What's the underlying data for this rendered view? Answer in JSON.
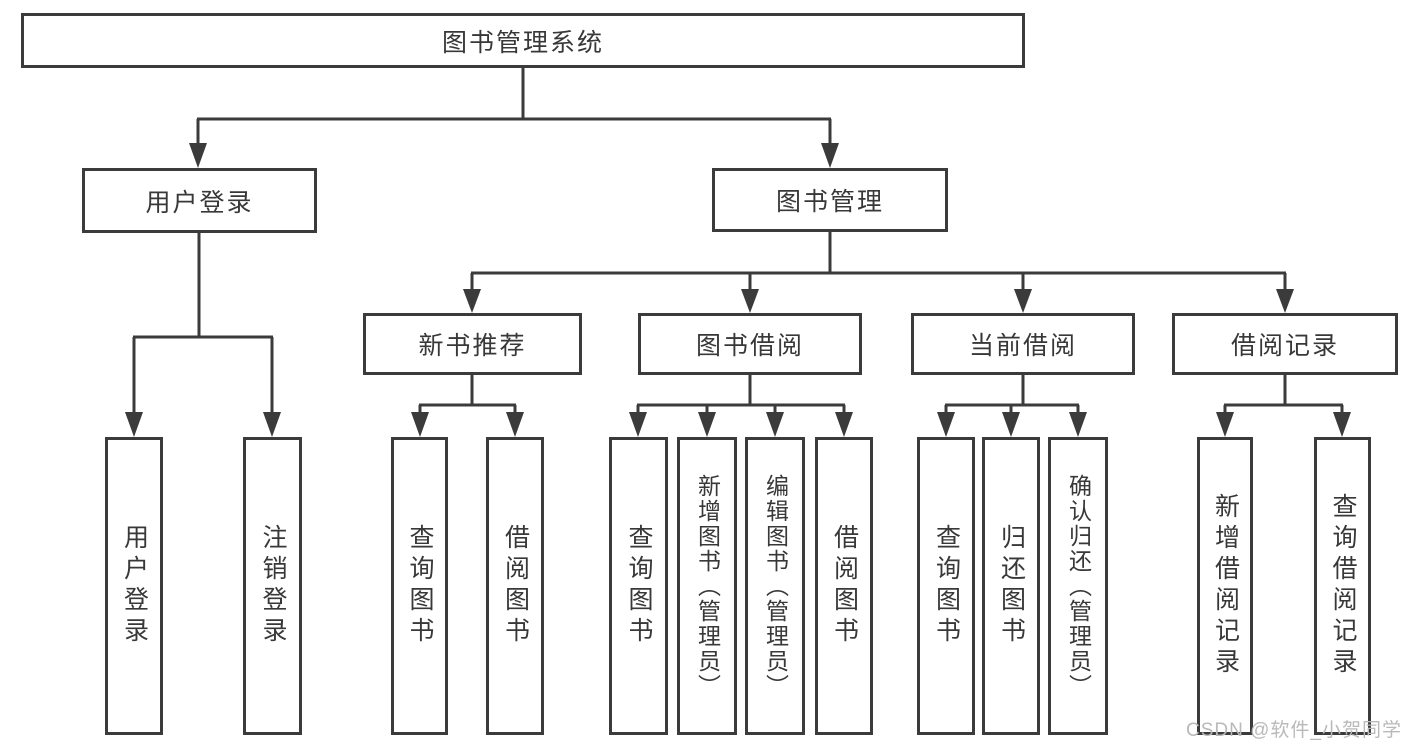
{
  "tree": {
    "root": {
      "label": "图书管理系统"
    },
    "branches": [
      {
        "label": "用户登录",
        "children": [
          {
            "label": "用户登录"
          },
          {
            "label": "注销登录"
          }
        ]
      },
      {
        "label": "图书管理",
        "children": [
          {
            "label": "新书推荐",
            "children": [
              {
                "label": "查询图书"
              },
              {
                "label": "借阅图书"
              }
            ]
          },
          {
            "label": "图书借阅",
            "children": [
              {
                "label": "查询图书"
              },
              {
                "label": "新增图书（管理员）"
              },
              {
                "label": "编辑图书（管理员）"
              },
              {
                "label": "借阅图书"
              }
            ]
          },
          {
            "label": "当前借阅",
            "children": [
              {
                "label": "查询图书"
              },
              {
                "label": "归还图书"
              },
              {
                "label": "确认归还（管理员）"
              }
            ]
          },
          {
            "label": "借阅记录",
            "children": [
              {
                "label": "新增借阅记录"
              },
              {
                "label": "查询借阅记录"
              }
            ]
          }
        ]
      }
    ]
  },
  "watermark": {
    "text": "CSDN @软件_小贺同学"
  },
  "colors": {
    "line": "#3b3b3b",
    "text": "#383838",
    "watermark": "#b9b9b9",
    "background": "#ffffff"
  }
}
